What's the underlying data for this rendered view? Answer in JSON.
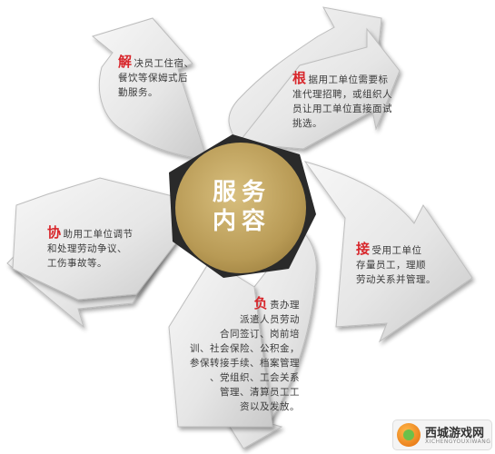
{
  "center": {
    "line1": "服务",
    "line2": "内容"
  },
  "petals": [
    {
      "id": "jie",
      "lead": "解",
      "body": "决员工住宿、\n餐饮等保姆式后\n勤服务。"
    },
    {
      "id": "gen",
      "lead": "根",
      "body": "据用工单位需要标\n准代理招聘，或组织人\n员让用工单位直接面试\n挑选。"
    },
    {
      "id": "jiechu",
      "lead": "接",
      "body": "受用工单位\n存量员工，理顺\n劳动关系并管理。"
    },
    {
      "id": "fu",
      "lead": "负",
      "body": "责办理\n派遣人员劳动\n合同签订、岗前培\n训、社会保险、公积金，\n参保转接手续、档案管理\n、党组织、工会关系\n管理、清算员工工\n资以及发放。"
    },
    {
      "id": "xie",
      "lead": "协",
      "body": "助用工单位调节\n和处理劳动争议、\n工伤事故等。"
    }
  ],
  "watermark": {
    "text": "西城游戏网",
    "sub": "XICHENGYOUXIWANG"
  }
}
